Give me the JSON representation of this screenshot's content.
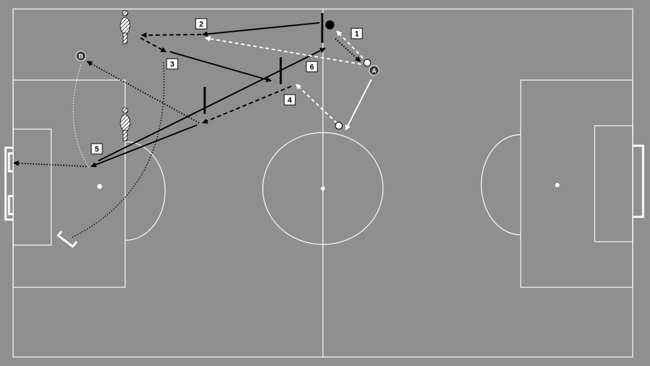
{
  "diagram": {
    "colors": {
      "background": "#8f8f8f",
      "pitch_lines": "#ffffff",
      "solid_pass": "#000000",
      "dashed_black": "#000000",
      "dashed_white": "#ffffff",
      "label_box_fill": "#ffffff",
      "player_fill": "#3a3a3a",
      "ball_black": "#000000",
      "ball_white": "#ffffff"
    },
    "step_labels": [
      "1",
      "2",
      "3",
      "4",
      "5",
      "6"
    ],
    "players": [
      {
        "id": "A",
        "label": "A"
      },
      {
        "id": "B",
        "label": "B"
      }
    ],
    "icons": [
      "mannequin-icon",
      "mannequin-icon",
      "mini-goal-icon",
      "ball-icon",
      "cone-icon"
    ]
  }
}
